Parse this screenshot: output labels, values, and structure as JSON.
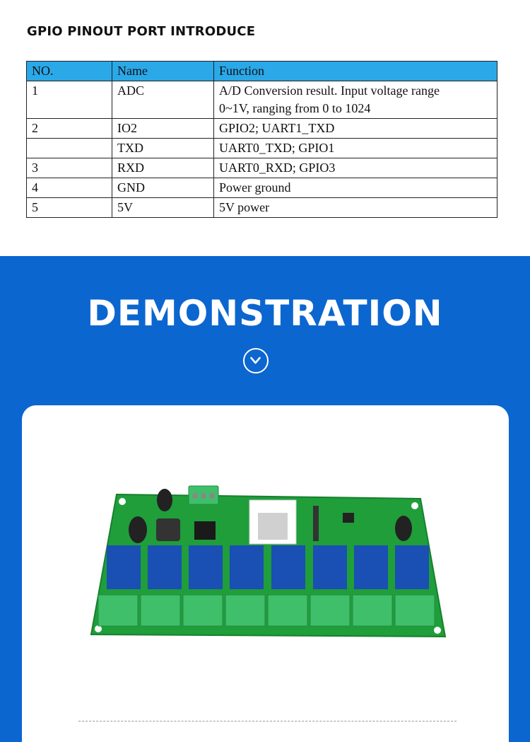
{
  "gpio": {
    "title": "GPIO PINOUT PORT INTRODUCE",
    "headers": [
      "NO.",
      "Name",
      "Function"
    ],
    "rows": [
      {
        "no": "1",
        "name": "ADC",
        "function": "A/D Conversion result. Input voltage range 0~1V, ranging from 0 to 1024"
      },
      {
        "no": "2",
        "name": "IO2",
        "function": "GPIO2; UART1_TXD"
      },
      {
        "no": "",
        "name": "TXD",
        "function": "UART0_TXD; GPIO1"
      },
      {
        "no": "3",
        "name": "RXD",
        "function": "UART0_RXD; GPIO3"
      },
      {
        "no": "4",
        "name": "GND",
        "function": "Power ground"
      },
      {
        "no": "5",
        "name": "5V",
        "function": "5V power"
      }
    ]
  },
  "demo": {
    "title": "DEMONSTRATION",
    "icon": "chevron-down-circle-icon"
  },
  "colors": {
    "header_bg": "#2aa8e8",
    "section_bg": "#0b66cf",
    "pcb_green": "#1f9e3a",
    "relay_blue": "#1a4fb4",
    "terminal_green": "#3fbf6a"
  }
}
